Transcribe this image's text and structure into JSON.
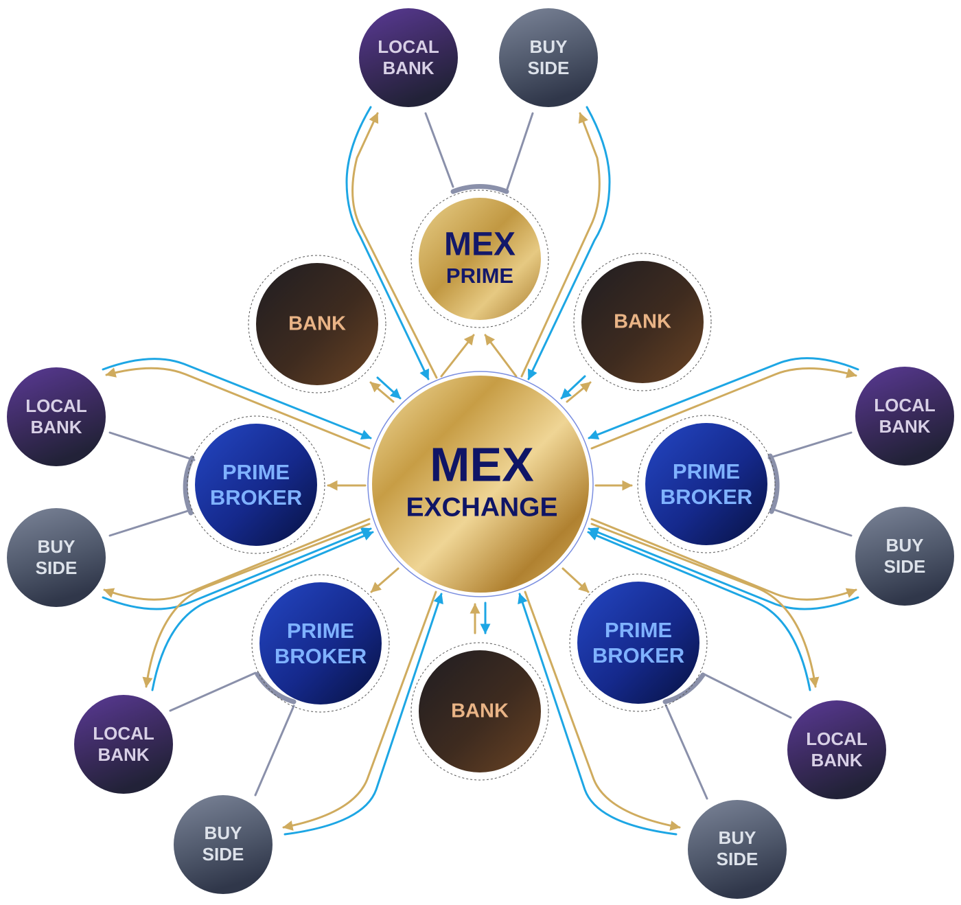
{
  "colors": {
    "gold_line": "#cfab5e",
    "blue_line": "#1da6e4",
    "connector": "#8a90aa",
    "local_bank": "#4b2f7d",
    "buy_side": "#5d6678",
    "bank": "#4a3020",
    "prime_broker": "#1b2f9a",
    "gold": "#c49b45"
  },
  "center": {
    "line1": "MEX",
    "line2": "EXCHANGE"
  },
  "mex_prime": {
    "line1": "MEX",
    "line2": "PRIME"
  },
  "banks": [
    {
      "label": "BANK"
    },
    {
      "label": "BANK"
    },
    {
      "label": "BANK"
    }
  ],
  "prime_brokers": [
    {
      "line1": "PRIME",
      "line2": "BROKER"
    },
    {
      "line1": "PRIME",
      "line2": "BROKER"
    },
    {
      "line1": "PRIME",
      "line2": "BROKER"
    },
    {
      "line1": "PRIME",
      "line2": "BROKER"
    }
  ],
  "local_banks": [
    {
      "line1": "LOCAL",
      "line2": "BANK"
    },
    {
      "line1": "LOCAL",
      "line2": "BANK"
    },
    {
      "line1": "LOCAL",
      "line2": "BANK"
    },
    {
      "line1": "LOCAL",
      "line2": "BANK"
    },
    {
      "line1": "LOCAL",
      "line2": "BANK"
    }
  ],
  "buy_sides": [
    {
      "line1": "BUY",
      "line2": "SIDE"
    },
    {
      "line1": "BUY",
      "line2": "SIDE"
    },
    {
      "line1": "BUY",
      "line2": "SIDE"
    },
    {
      "line1": "BUY",
      "line2": "SIDE"
    },
    {
      "line1": "BUY",
      "line2": "SIDE"
    }
  ]
}
